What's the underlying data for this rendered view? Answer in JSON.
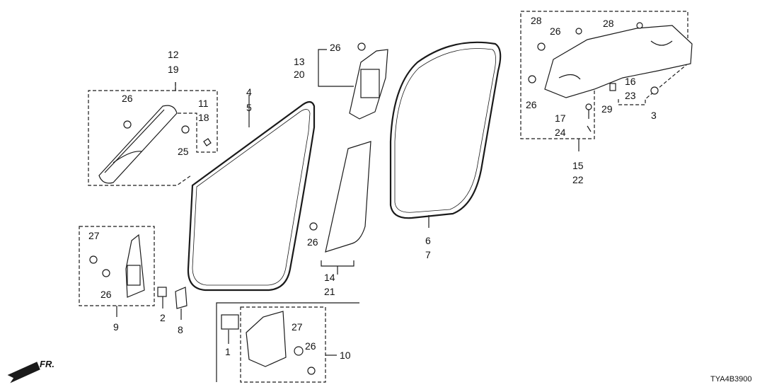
{
  "diagram_code": "TYA4B3900",
  "direction_label": "FR.",
  "callouts": {
    "c1": "1",
    "c2": "2",
    "c3": "3",
    "c4": "4",
    "c5": "5",
    "c6": "6",
    "c7": "7",
    "c8": "8",
    "c9": "9",
    "c10": "10",
    "c11": "11",
    "c12": "12",
    "c13": "13",
    "c14": "14",
    "c15": "15",
    "c16": "16",
    "c17": "17",
    "c18": "18",
    "c19": "19",
    "c20": "20",
    "c21": "21",
    "c22": "22",
    "c23": "23",
    "c24": "24",
    "c25": "25",
    "c26": "26",
    "c27": "27",
    "c28": "28",
    "c29": "29"
  },
  "colors": {
    "line": "#1a1a1a",
    "fill": "#ffffff",
    "shade": "#cfcfcf"
  }
}
